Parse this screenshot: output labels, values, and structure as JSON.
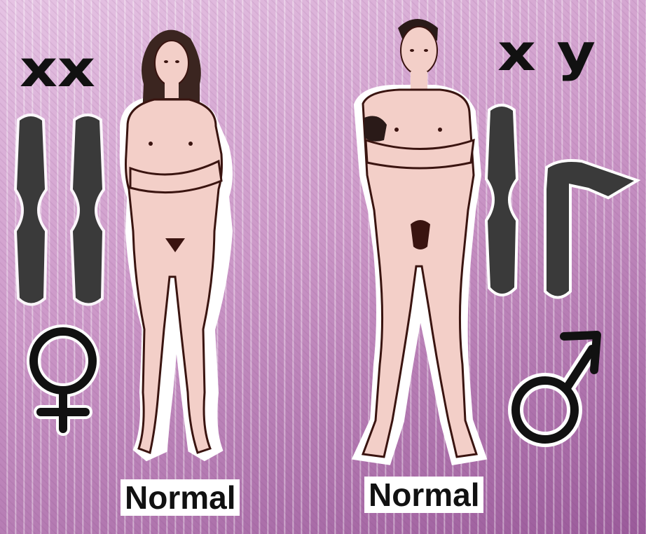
{
  "female": {
    "chromosome_label": "xx",
    "caption": "Normal"
  },
  "male": {
    "chromosome_label": "x y",
    "caption": "Normal"
  },
  "colors": {
    "chromosome": "#3a3a3a",
    "skin": "#f3cfc8",
    "outline": "#3a1410",
    "hair": "#3b2520"
  }
}
